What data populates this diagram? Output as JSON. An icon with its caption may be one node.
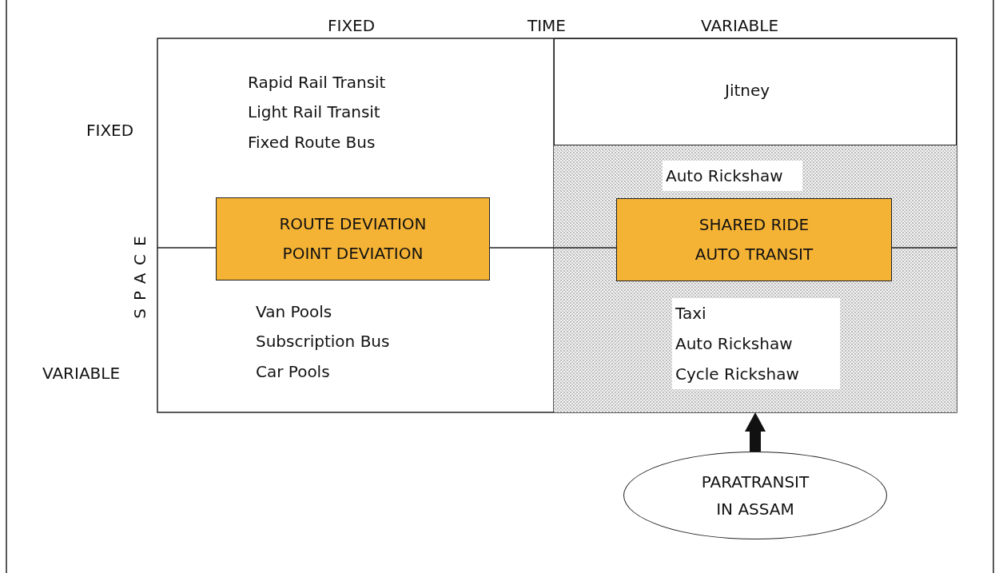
{
  "diagram": {
    "nodes": [
      {
        "text": [
          "ROUTE DEVIATION",
          "POINT DEVIATION"
        ]
      },
      {
        "text": [
          "Auto Rickshaw",
          "Taxi",
          "Auto Rickshaw",
          "Cycle Rickshaw"
        ]
      },
      {
        "text": [
          "SHARED RIDE",
          "AUTO TRANSIT"
        ],
        "in": 1
      },
      {
        "text": [
          "Jitney"
        ]
      },
      {
        "text": [
          "PARATRANSIT IN ASSAM"
        ]
      }
    ],
    "edges": [
      {
        "from": 4,
        "to": 1,
        "arrow": "to"
      }
    ],
    "labels": [
      "FIXED",
      "TIME",
      "VARIABLE",
      "FIXED",
      "Rapid Rail Transit",
      "Light Rail Transit",
      "Fixed Route Bus",
      "SPACE",
      "Van Pools",
      "Subscription Bus",
      "Car Pools",
      "VARIABLE"
    ]
  }
}
